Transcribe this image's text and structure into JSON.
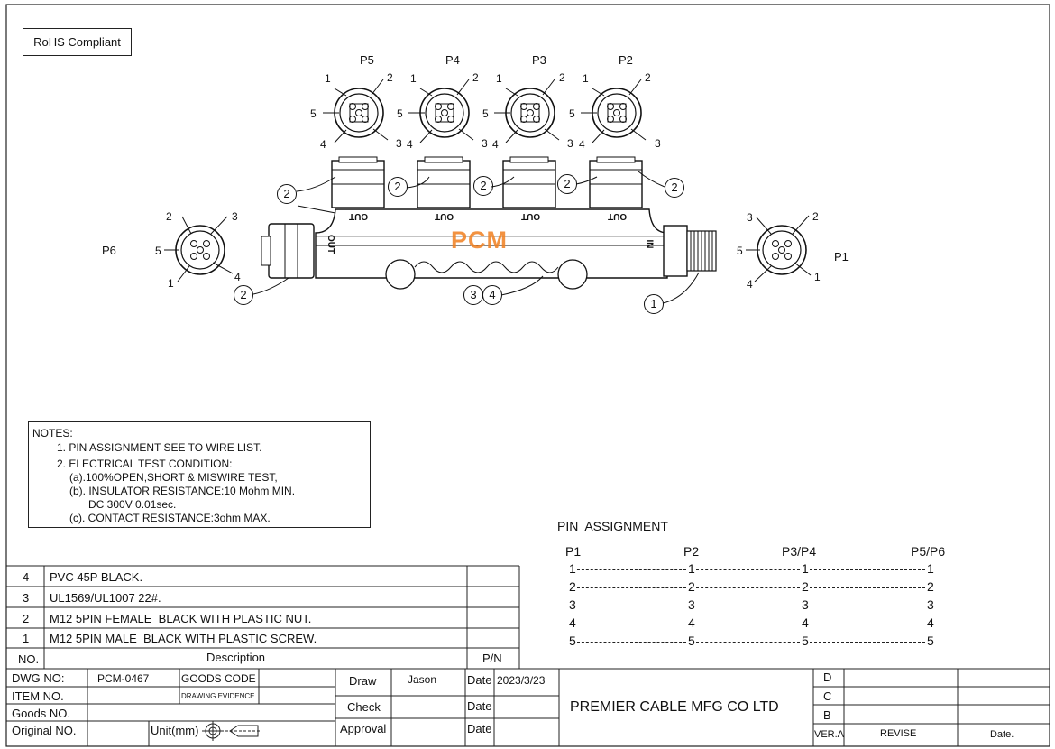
{
  "rohs": "RoHS Compliant",
  "logo": "PCM",
  "ports": {
    "p5": {
      "label": "P5",
      "pins": [
        "1",
        "2",
        "3",
        "4",
        "5"
      ]
    },
    "p4": {
      "label": "P4",
      "pins": [
        "1",
        "2",
        "3",
        "4",
        "5"
      ]
    },
    "p3": {
      "label": "P3",
      "pins": [
        "1",
        "2",
        "3",
        "4",
        "5"
      ]
    },
    "p2": {
      "label": "P2",
      "pins": [
        "1",
        "2",
        "3",
        "4",
        "5"
      ]
    },
    "p6": {
      "label": "P6",
      "pins": [
        "1",
        "2",
        "3",
        "4",
        "5"
      ]
    },
    "p1": {
      "label": "P1",
      "pins": [
        "1",
        "2",
        "3",
        "4",
        "5"
      ]
    }
  },
  "body_labels": {
    "out": "OUT",
    "in": "IN"
  },
  "callouts": [
    "1",
    "2",
    "3",
    "4"
  ],
  "notes": {
    "title": "NOTES:",
    "lines": [
      "1. PIN ASSIGNMENT SEE TO WIRE LIST.",
      "2. ELECTRICAL TEST CONDITION:",
      "(a).100%OPEN,SHORT & MISWIRE TEST,",
      "(b). INSULATOR RESISTANCE:10 Mohm MIN.",
      "DC 300V 0.01sec.",
      "(c). CONTACT RESISTANCE:3ohm MAX."
    ]
  },
  "pin_assignment": {
    "title": "PIN  ASSIGNMENT",
    "headers": [
      "P1",
      "P2",
      "P3/P4",
      "P5/P6"
    ],
    "rows": [
      [
        "1",
        "1",
        "1",
        "1"
      ],
      [
        "2",
        "2",
        "2",
        "2"
      ],
      [
        "3",
        "3",
        "3",
        "3"
      ],
      [
        "4",
        "4",
        "4",
        "4"
      ],
      [
        "5",
        "5",
        "5",
        "5"
      ]
    ]
  },
  "bom": {
    "rows": [
      {
        "no": "4",
        "desc": "PVC 45P BLACK."
      },
      {
        "no": "3",
        "desc": "UL1569/UL1007 22#."
      },
      {
        "no": "2",
        "desc": "M12 5PIN FEMALE  BLACK WITH PLASTIC NUT."
      },
      {
        "no": "1",
        "desc": "M12 5PIN MALE  BLACK WITH PLASTIC SCREW."
      }
    ],
    "header": {
      "no": "NO.",
      "desc": "Description",
      "pn": "P/N"
    }
  },
  "title_block": {
    "dwg_no_label": "DWG NO:",
    "dwg_no": "PCM-0467",
    "goods_code_label": "GOODS CODE",
    "drawing_evidence": "DRAWING EVIDENCE",
    "item_no_label": "ITEM NO.",
    "goods_no_label": "Goods NO.",
    "original_no_label": "Original NO.",
    "unit_label": "Unit(mm)",
    "draw_label": "Draw",
    "draw_name": "Jason",
    "check_label": "Check",
    "approval_label": "Approval",
    "date_label": "Date",
    "date_value": "2023/3/23",
    "company": "PREMIER CABLE MFG CO LTD",
    "rev_rows": [
      "D",
      "C",
      "B"
    ],
    "ver_label": "VER.A",
    "revise_label": "REVISE",
    "rev_date_label": "Date."
  }
}
